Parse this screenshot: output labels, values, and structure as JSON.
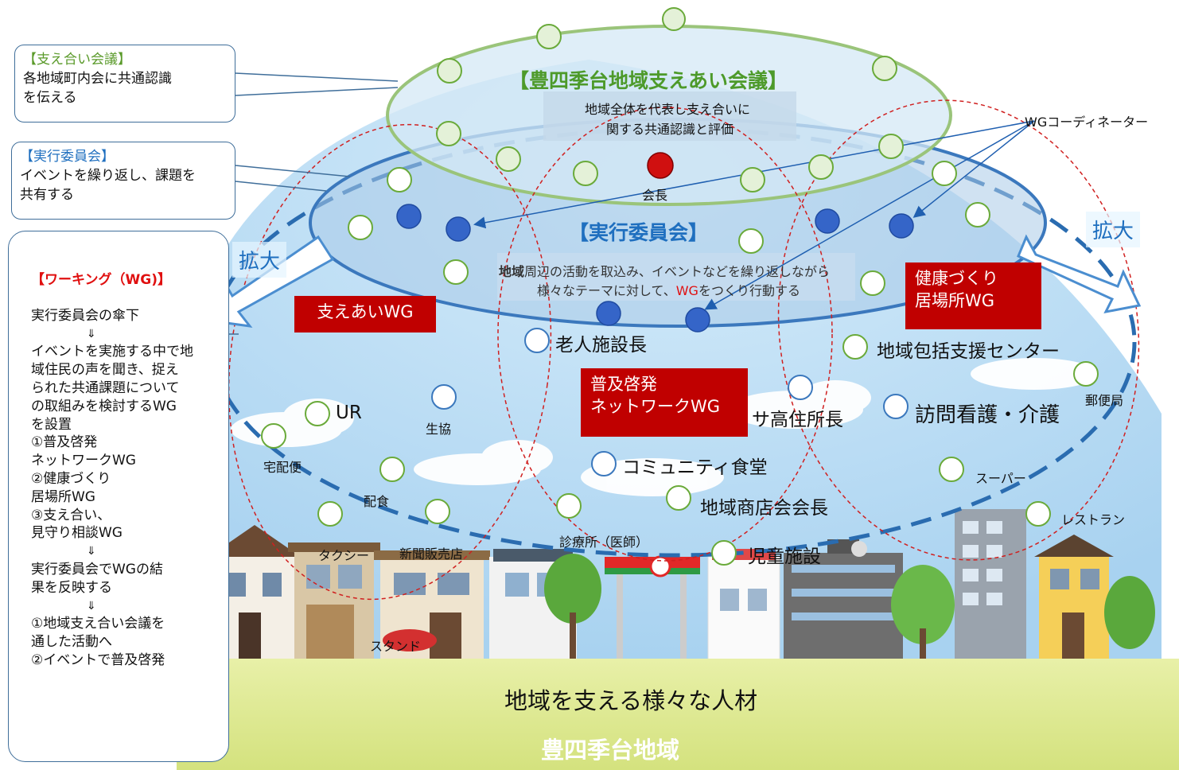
{
  "top_council": {
    "title": "【豊四季台地域支えあい会議】",
    "desc_line1": "地域全体を代表し支え合いに",
    "desc_line2": "関する共通認識と評価"
  },
  "executive": {
    "title": "【実行委員会】",
    "desc_line1_bold": "地域",
    "desc_line1_rest": "周辺の活動を取込み、イベントなどを繰り返しながら",
    "desc_line2_pre": "様々なテーマに対して、",
    "desc_line2_red": "WG",
    "desc_line2_post": "をつくり行動する"
  },
  "chair_label": "会長",
  "coordinator_label": "WGコーディネーター",
  "expand_left": "拡大",
  "expand_right": "拡大",
  "callout_council": {
    "head": "【支え合い会議】",
    "line1": "各地域町内会に共通認識",
    "line2": "を伝える"
  },
  "callout_exec": {
    "head": "【実行委員会】",
    "line1": "イベントを繰り返し、課題を",
    "line2": "共有する"
  },
  "working_panel": {
    "head": "【ワーキング（WG)】",
    "lines": [
      "実行委員会の傘下",
      "⇓",
      "イベントを実施する中で地",
      "域住民の声を聞き、捉え",
      "られた共通課題について",
      "の取組みを検討するWG",
      "を設置",
      "①普及啓発",
      "ネットワークWG",
      "②健康づくり",
      "居場所WG",
      "③支え合い、",
      "見守り相談WG",
      "⇓",
      "実行委員会でWGの結",
      "果を反映する",
      "⇓",
      "①地域支え合い会議を",
      "通した活動へ",
      "②イベントで普及啓発"
    ]
  },
  "wg_boxes": {
    "sasaeai": "支えあいWG",
    "fukyu_line1": "普及啓発",
    "fukyu_line2": "ネットワークWG",
    "kenko_line1": "健康づくり",
    "kenko_line2": "居場所WG"
  },
  "actors": {
    "rojin": "老人施設長",
    "ur": "UR",
    "seikyo": "生協",
    "takuhai": "宅配便",
    "haishoku": "配食",
    "taxi": "タクシー",
    "shinbun": "新聞販売店",
    "stand": "スタンド",
    "community": "コミュニティ食堂",
    "sakou": "サ高住所長",
    "shotenkai": "地域商店会会長",
    "shinryo": "診療所（医師）",
    "jido": "児童施設",
    "hokatsu": "地域包括支援センター",
    "homon": "訪問看護・介護",
    "yubin": "郵便局",
    "super": "スーパー",
    "restaurant": "レストラン"
  },
  "footer": {
    "main": "地域を支える様々な人材",
    "region": "豊四季台地域"
  },
  "colors": {
    "council_green": "#4d9a2a",
    "exec_blue": "#1f6fbf",
    "wg_red": "#c00000",
    "sky": "#bfe0f6",
    "ground": "#dde98e"
  }
}
